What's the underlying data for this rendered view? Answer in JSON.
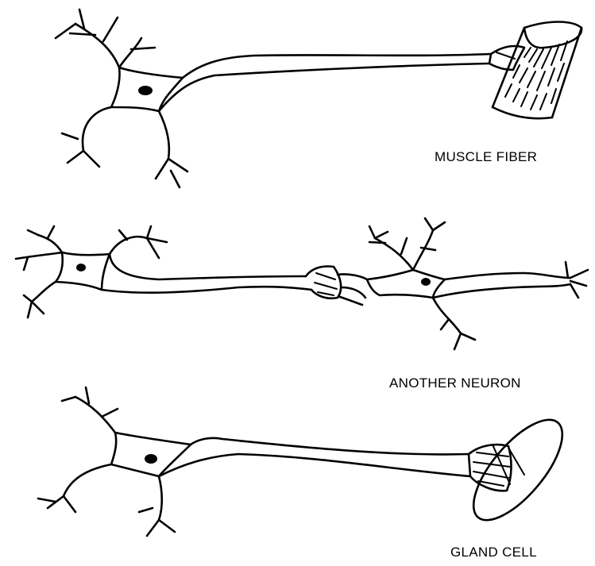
{
  "labels": {
    "muscle": "MUSCLE FIBER",
    "neuron": "ANOTHER NEURON",
    "gland": "GLAND CELL"
  },
  "colors": {
    "ink": "#000000",
    "background": "#ffffff"
  }
}
